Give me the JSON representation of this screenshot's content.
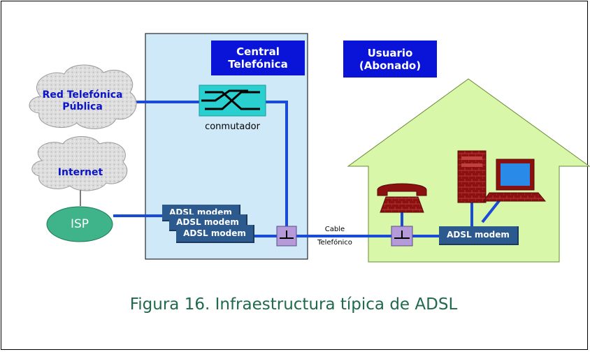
{
  "central_label": "Central\nTelefónica",
  "user_label": "Usuario\n(Abonado)",
  "cloud_pstn_label": "Red Telefónica\nPública",
  "cloud_internet_label": "Internet",
  "isp_label": "ISP",
  "switch_label": "conmutador",
  "modem_label": "ADSL modem",
  "cable_label": "Cable\nTelefónico",
  "caption": "Figura 16. Infraestructura típica de ADSL",
  "colors": {
    "central_fill": "#cfe9f8",
    "house_fill": "#d9f7a8",
    "line": "#1a4ad8",
    "label_box": "#0a14d8",
    "isp_fill": "#3fb38a",
    "splitter": "#b49ad8",
    "switch": "#2ad0d0",
    "equipment": "#8b1010",
    "caption": "#1e6a4a"
  }
}
